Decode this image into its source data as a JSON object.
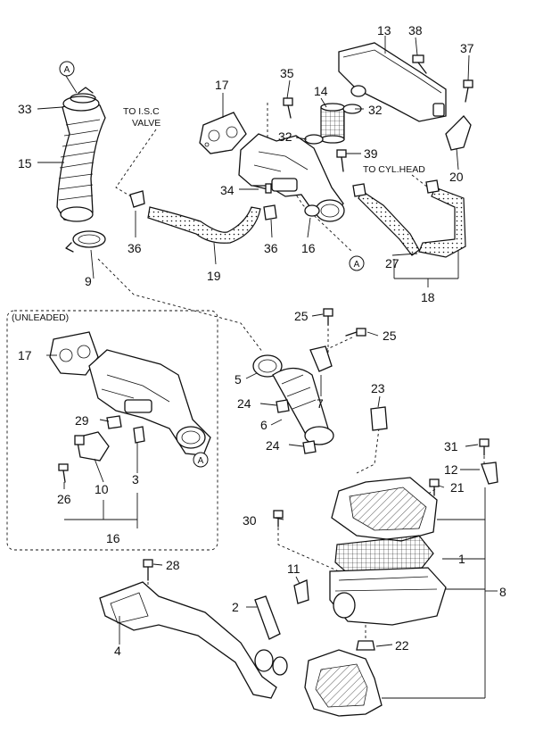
{
  "notes": {
    "isc_line1": "TO I.S.C",
    "isc_line2": "VALVE",
    "cyl_head": "TO CYL.HEAD",
    "unleaded": "(UNLEADED)",
    "marker": "A"
  },
  "callouts": {
    "n1": "1",
    "n2": "2",
    "n3": "3",
    "n4": "4",
    "n5": "5",
    "n6": "6",
    "n7": "7",
    "n8": "8",
    "n9": "9",
    "n10": "10",
    "n11": "11",
    "n12": "12",
    "n13": "13",
    "n14": "14",
    "n15": "15",
    "n16a": "16",
    "n16b": "16",
    "n17a": "17",
    "n17b": "17",
    "n18": "18",
    "n19": "19",
    "n20": "20",
    "n21": "21",
    "n22": "22",
    "n23": "23",
    "n24a": "24",
    "n24b": "24",
    "n25a": "25",
    "n25b": "25",
    "n26": "26",
    "n27": "27",
    "n28": "28",
    "n29": "29",
    "n30": "30",
    "n31": "31",
    "n32a": "32",
    "n32b": "32",
    "n33": "33",
    "n34": "34",
    "n35": "35",
    "n36a": "36",
    "n36b": "36",
    "n37": "37",
    "n38": "38",
    "n39": "39"
  }
}
